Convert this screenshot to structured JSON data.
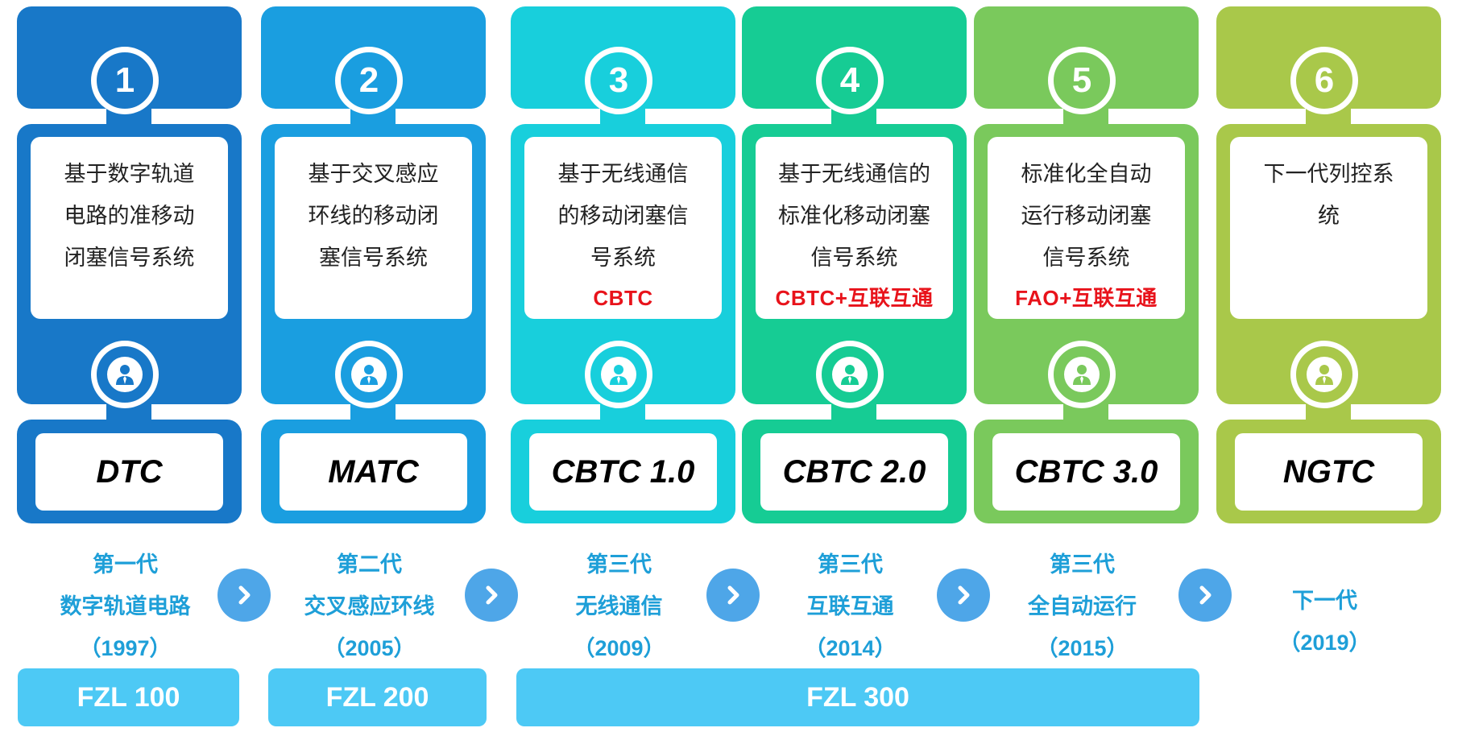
{
  "stages": [
    {
      "number": "1",
      "color": "#1878c8",
      "description": "基于数字轨道电路的准移动闭塞信号系统",
      "desc_lines": [
        "基于数字轨道",
        "电路的准移动",
        "闭塞信号系统"
      ],
      "highlight": "",
      "name": "DTC",
      "gen_line1": "第一代",
      "gen_line2": "数字轨道电路",
      "gen_year": "（1997）"
    },
    {
      "number": "2",
      "color": "#1a9ee0",
      "description": "基于交叉感应环线的移动闭塞信号系统",
      "desc_lines": [
        "基于交叉感应",
        "环线的移动闭",
        "塞信号系统"
      ],
      "highlight": "",
      "name": "MATC",
      "gen_line1": "第二代",
      "gen_line2": "交叉感应环线",
      "gen_year": "（2005）"
    },
    {
      "number": "3",
      "color": "#18cfdc",
      "description": "基于无线通信的移动闭塞信号系统",
      "desc_lines": [
        "基于无线通信",
        "的移动闭塞信",
        "号系统"
      ],
      "highlight": "CBTC",
      "name": "CBTC 1.0",
      "gen_line1": "第三代",
      "gen_line2": "无线通信",
      "gen_year": "（2009）"
    },
    {
      "number": "4",
      "color": "#16cc94",
      "description": "基于无线通信的标准化移动闭塞信号系统",
      "desc_lines": [
        "基于无线通信的",
        "标准化移动闭塞",
        "信号系统"
      ],
      "highlight": "CBTC+互联互通",
      "name": "CBTC 2.0",
      "gen_line1": "第三代",
      "gen_line2": "互联互通",
      "gen_year": "（2014）"
    },
    {
      "number": "5",
      "color": "#7ac95c",
      "description": "标准化全自动运行移动闭塞信号系统",
      "desc_lines": [
        "标准化全自动",
        "运行移动闭塞",
        "信号系统"
      ],
      "highlight": "FAO+互联互通",
      "name": "CBTC 3.0",
      "gen_line1": "第三代",
      "gen_line2": "全自动运行",
      "gen_year": "（2015）"
    },
    {
      "number": "6",
      "color": "#a9c84a",
      "description": "下一代列控系统",
      "desc_lines": [
        "下一代列控系",
        "统"
      ],
      "highlight": "",
      "name": "NGTC",
      "gen_line1": "",
      "gen_line2": "下一代",
      "gen_year": "（2019）"
    }
  ],
  "platforms": [
    "FZL 100",
    "FZL 200",
    "FZL 300"
  ],
  "colors": {
    "arrow": "#4ea6e8",
    "generation_text": "#1e9fd8",
    "platform_bar": "#4dc9f5",
    "highlight_red": "#e8131b"
  }
}
